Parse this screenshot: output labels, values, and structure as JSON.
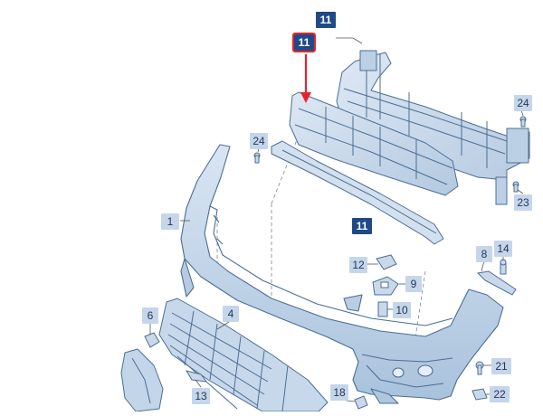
{
  "callouts": {
    "c11_top": "11",
    "c11_sel": "11",
    "c11_mid": "11",
    "c24_left": "24",
    "c24_right": "24",
    "c23": "23",
    "c1": "1",
    "c12": "12",
    "c9": "9",
    "c10": "10",
    "c8": "8",
    "c14": "14",
    "c6": "6",
    "c4": "4",
    "c13": "13",
    "c18": "18",
    "c21": "21",
    "c22": "22"
  },
  "colors": {
    "part_fill": "#c9d9ea",
    "part_stroke": "#4c6e95",
    "label_bg": "#c5d6ea",
    "label_dark_bg": "#1f4a86",
    "highlight": "#e3252b",
    "leader": "#555555"
  }
}
